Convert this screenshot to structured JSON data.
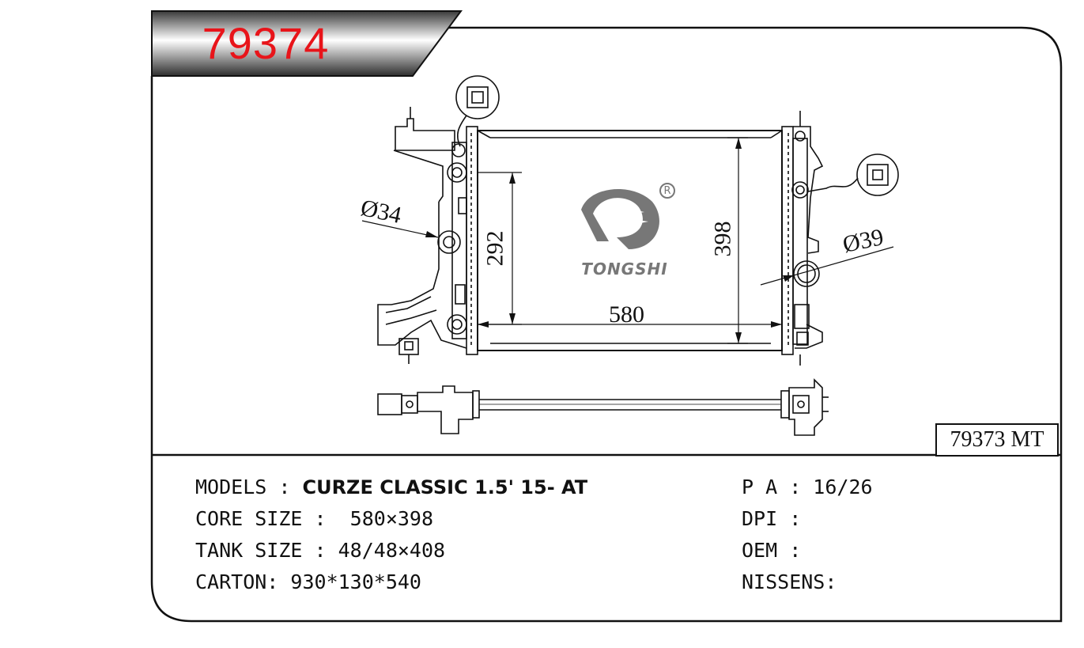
{
  "header": {
    "part_number": "79374"
  },
  "drawing": {
    "dimensions": {
      "inlet_diameter": "Ø34",
      "outlet_diameter": "Ø39",
      "core_height_left": "292",
      "core_height_right": "398",
      "core_width": "580"
    },
    "brand": {
      "wordmark": "TONGSHI",
      "registered": "R"
    },
    "related_ref": "79373 MT"
  },
  "specs": {
    "models_label": "MODELS : ",
    "models_value": "CURZE CLASSIC 1.5' 15- AT",
    "core_size": "CORE SIZE :  580×398",
    "tank_size": "TANK SIZE : 48/48×408",
    "carton": "CARTON: 930*130*540",
    "pa": "P A : 16/26",
    "dpi": "DPI :",
    "oem": "OEM :",
    "nissens": "NISSENS:"
  },
  "colors": {
    "part_number": "#e8141a",
    "line": "#111111",
    "logo": "#777777"
  }
}
